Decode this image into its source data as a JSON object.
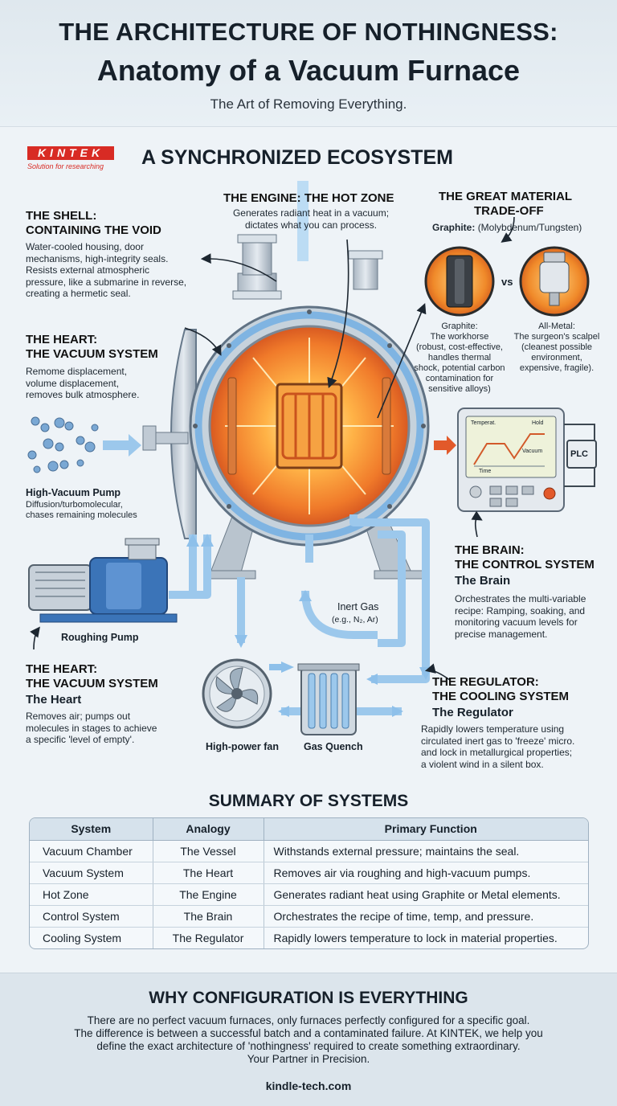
{
  "header": {
    "title_line1": "THE ARCHITECTURE OF NOTHINGNESS:",
    "title_line2": "Anatomy of a Vacuum Furnace",
    "subtitle": "The Art of Removing Everything."
  },
  "logo": {
    "text": "KINTEK",
    "tagline": "Solution for researching",
    "color": "#d82b24"
  },
  "ecosystem_title": "A SYNCHRONIZED ECOSYSTEM",
  "shell": {
    "title_line1": "THE SHELL:",
    "title_line2": "CONTAINING THE VOID",
    "text_lines": [
      "Water-cooled housing, door",
      "mechanisms, high-integrity seals.",
      "Resists external atmospheric",
      "pressure, like a submarine in reverse,",
      "creating a hermetic seal."
    ]
  },
  "engine": {
    "title": "THE ENGINE: THE HOT ZONE",
    "text_lines": [
      "Generates radiant heat in a vacuum;",
      "dictates what you can process."
    ]
  },
  "materials": {
    "title_line1": "THE GREAT MATERIAL",
    "title_line2": "TRADE-OFF",
    "subtitle_bold": "Graphite:",
    "subtitle_rest": "(Molybdenum/Tungsten)",
    "vs": "vs",
    "graphite_lines": [
      "Graphite:",
      "The workhorse",
      "(robust, cost-effective,",
      "handles thermal",
      "shock, potential carbon",
      "contamination for",
      "sensitive alloys)"
    ],
    "metal_lines": [
      "All-Metal:",
      "The surgeon's scalpel",
      "(cleanest possible",
      "environment,",
      "expensive, fragile)."
    ]
  },
  "heart_top": {
    "title_line1": "THE HEART:",
    "title_line2": "THE VACUUM SYSTEM",
    "text_lines": [
      "Remome displacement,",
      "volume displacement,",
      "removes bulk atmosphere."
    ]
  },
  "high_vac_pump": {
    "title": "High-Vacuum Pump",
    "text_lines": [
      "Diffusion/turbomolecular,",
      "chases remaining molecules"
    ]
  },
  "roughing_pump_label": "Roughing Pump",
  "heart_bottom": {
    "title_line1": "THE HEART:",
    "title_line2": "THE VACUUM SYSTEM",
    "subtitle": "The Heart",
    "text_lines": [
      "Removes air; pumps out",
      "molecules in stages to achieve",
      "a specific 'level of empty'."
    ]
  },
  "control_panel": {
    "temp_label": "Temperat.",
    "hold_label": "Hold",
    "time_label": "Time",
    "vacuum_label": "Vacuum",
    "plc_label": "PLC"
  },
  "brain": {
    "title_line1": "THE BRAIN:",
    "title_line2": "THE CONTROL SYSTEM",
    "subtitle": "The Brain",
    "text_lines": [
      "Orchestrates the multi-variable",
      "recipe: Ramping, soaking, and",
      "monitoring vacuum levels for",
      "precise management."
    ]
  },
  "inert_gas": {
    "label": "Inert Gas",
    "formula": "(e.g., N₂, Ar)"
  },
  "fan_label": "High-power fan",
  "quench_label": "Gas Quench",
  "regulator": {
    "title_line1": "THE REGULATOR:",
    "title_line2": "THE COOLING SYSTEM",
    "subtitle": "The Regulator",
    "text_lines": [
      "Rapidly lowers temperature using",
      "circulated inert gas to 'freeze' micro.",
      "and lock in metallurgical properties;",
      "a violent wind in a silent box."
    ]
  },
  "summary": {
    "title": "SUMMARY OF SYSTEMS",
    "headers": [
      "System",
      "Analogy",
      "Primary Function"
    ],
    "rows": [
      [
        "Vacuum Chamber",
        "The Vessel",
        "Withstands external pressure; maintains the seal."
      ],
      [
        "Vacuum System",
        "The Heart",
        "Removes air via roughing and high-vacuum pumps."
      ],
      [
        "Hot Zone",
        "The Engine",
        "Generates radiant heat using Graphite or Metal elements."
      ],
      [
        "Control System",
        "The Brain",
        "Orchestrates the recipe of time, temp, and pressure."
      ],
      [
        "Cooling System",
        "The Regulator",
        "Rapidly lowers temperature to lock in material properties."
      ]
    ]
  },
  "why": {
    "title": "WHY CONFIGURATION IS EVERYTHING",
    "lines": [
      "There are no perfect vacuum furnaces, only furnaces perfectly configured for a specific goal.",
      "The difference is between a successful batch and a contaminated failure. At KINTEK, we help you",
      "define the exact architecture of 'nothingness' required to create something extraordinary.",
      "Your Partner in Precision."
    ],
    "website": "kindle-tech.com"
  },
  "colors": {
    "pipe": "#9cc8ec",
    "steel": "#c4ced8",
    "hot": "#f28a2a",
    "accent_red": "#d82b24",
    "pump_blue": "#3b74b8"
  }
}
